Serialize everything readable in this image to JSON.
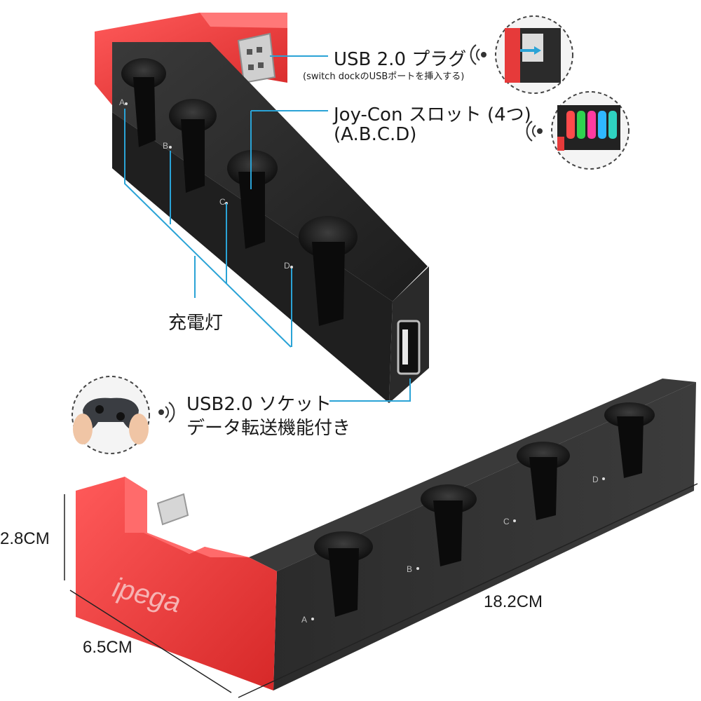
{
  "product": {
    "brand_logo_text": "ipega",
    "accent_color": "#e63a3a",
    "body_color": "#2a2a2a",
    "callout_line_color": "#2aa3d6"
  },
  "callouts": {
    "usb_plug_title": "USB 2.0 プラグ",
    "usb_plug_note": "(switch dockのUSBポートを挿入する)",
    "joycon_slot_title": "Joy-Con スロット (4つ)",
    "joycon_slot_sub": "(A.B.C.D)",
    "charge_light": "充電灯",
    "usb_socket_title": "USB2.0 ソケット",
    "usb_socket_sub": "データ転送機能付き"
  },
  "slot_labels": [
    "A",
    "B",
    "C",
    "D"
  ],
  "dimensions": {
    "height": "2.8CM",
    "length": "18.2CM",
    "depth": "6.5CM"
  },
  "icons": {
    "wireless": "wireless-signal-icon",
    "dock_thumb": "dock-usb-port-thumbnail",
    "joycon_thumb": "joycon-row-thumbnail",
    "controller_thumb": "pro-controller-thumbnail"
  }
}
